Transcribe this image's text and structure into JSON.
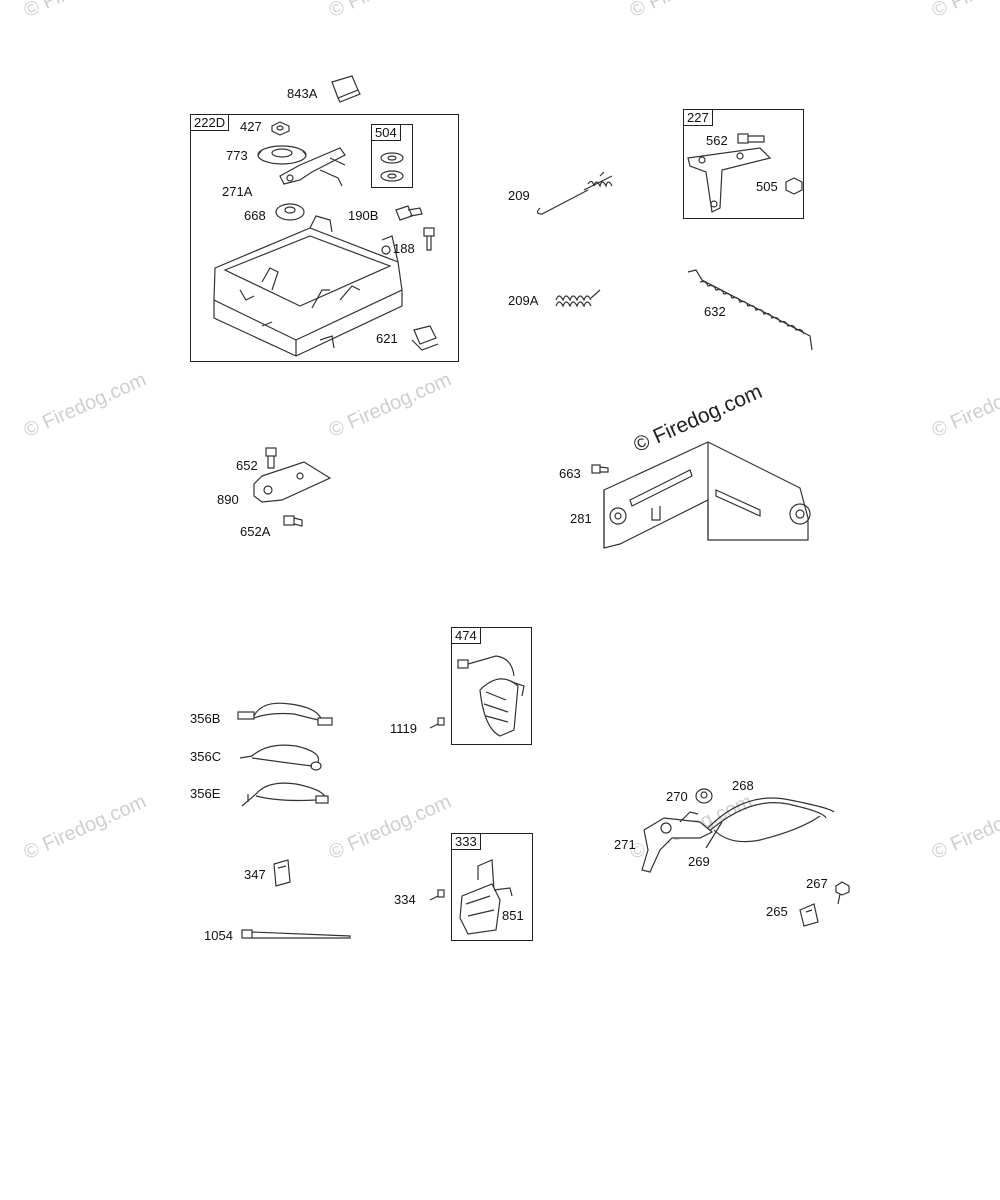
{
  "watermark": {
    "text": "© Firedog.com"
  },
  "labels": {
    "p843A": "843A",
    "p427": "427",
    "p773": "773",
    "p271A": "271A",
    "p668": "668",
    "p190B": "190B",
    "p188": "188",
    "p621": "621",
    "p209": "209",
    "p209A": "209A",
    "p562": "562",
    "p505": "505",
    "p632": "632",
    "p652": "652",
    "p890": "890",
    "p652A": "652A",
    "p663": "663",
    "p281": "281",
    "p356B": "356B",
    "p356C": "356C",
    "p356E": "356E",
    "p1119": "1119",
    "p347": "347",
    "p334": "334",
    "p851": "851",
    "p1054": "1054",
    "p270": "270",
    "p268": "268",
    "p271": "271",
    "p269": "269",
    "p267": "267",
    "p265": "265"
  },
  "boxes": {
    "b222D": "222D",
    "b504": "504",
    "b227": "227",
    "b474": "474",
    "b333": "333"
  }
}
